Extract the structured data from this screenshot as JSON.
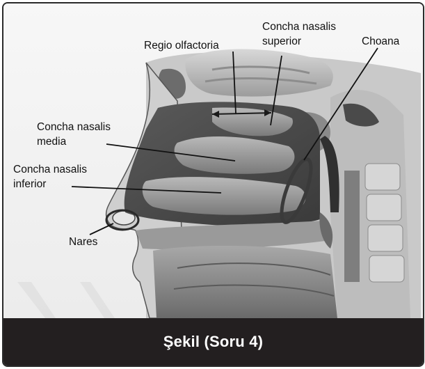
{
  "figure": {
    "labels": {
      "regio_olfactoria": "Regio olfactoria",
      "concha_superior_line1": "Concha nasalis",
      "concha_superior_line2": "superior",
      "choana": "Choana",
      "concha_media_line1": "Concha nasalis",
      "concha_media_line2": "media",
      "concha_inferior_line1": "Concha nasalis",
      "concha_inferior_line2": "inferior",
      "nares": "Nares"
    }
  },
  "caption": {
    "text": "Şekil (Soru 4)"
  },
  "colors": {
    "caption_background": "#231f20",
    "caption_text": "#ffffff",
    "border": "#2a2a2a"
  }
}
